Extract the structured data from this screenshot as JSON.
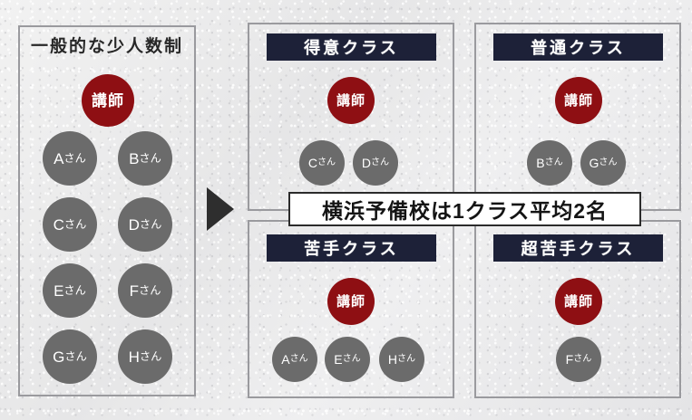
{
  "background": {
    "color": "#e9e9e9",
    "texture": "paper-noise"
  },
  "palette": {
    "teacher_circle": "#8e0f13",
    "student_circle": "#6b6b6b",
    "title_bar": "#1d2138",
    "panel_border": "#9a9a9e",
    "arrow": "#2e2e2e",
    "banner_background": "#ffffff",
    "banner_border": "#2b2b2b",
    "text_dark": "#272727",
    "text_light": "#ffffff"
  },
  "left_panel": {
    "title": "一般的な少人数制",
    "teacher": {
      "label": "講師"
    },
    "students": [
      {
        "letter": "A",
        "suffix": "さん"
      },
      {
        "letter": "B",
        "suffix": "さん"
      },
      {
        "letter": "C",
        "suffix": "さん"
      },
      {
        "letter": "D",
        "suffix": "さん"
      },
      {
        "letter": "E",
        "suffix": "さん"
      },
      {
        "letter": "F",
        "suffix": "さん"
      },
      {
        "letter": "G",
        "suffix": "さん"
      },
      {
        "letter": "H",
        "suffix": "さん"
      }
    ]
  },
  "arrow": {
    "direction": "right"
  },
  "banner": {
    "text": "横浜予備校は1クラス平均2名"
  },
  "classes": [
    {
      "id": "tokui",
      "title": "得意クラス",
      "teacher": {
        "label": "講師"
      },
      "students": [
        {
          "letter": "C",
          "suffix": "さん"
        },
        {
          "letter": "D",
          "suffix": "さん"
        }
      ]
    },
    {
      "id": "futsu",
      "title": "普通クラス",
      "teacher": {
        "label": "講師"
      },
      "students": [
        {
          "letter": "B",
          "suffix": "さん"
        },
        {
          "letter": "G",
          "suffix": "さん"
        }
      ]
    },
    {
      "id": "nigate",
      "title": "苦手クラス",
      "teacher": {
        "label": "講師"
      },
      "students": [
        {
          "letter": "A",
          "suffix": "さん"
        },
        {
          "letter": "E",
          "suffix": "さん"
        },
        {
          "letter": "H",
          "suffix": "さん"
        }
      ]
    },
    {
      "id": "chou-nigate",
      "title": "超苦手クラス",
      "teacher": {
        "label": "講師"
      },
      "students": [
        {
          "letter": "F",
          "suffix": "さん"
        }
      ]
    }
  ]
}
